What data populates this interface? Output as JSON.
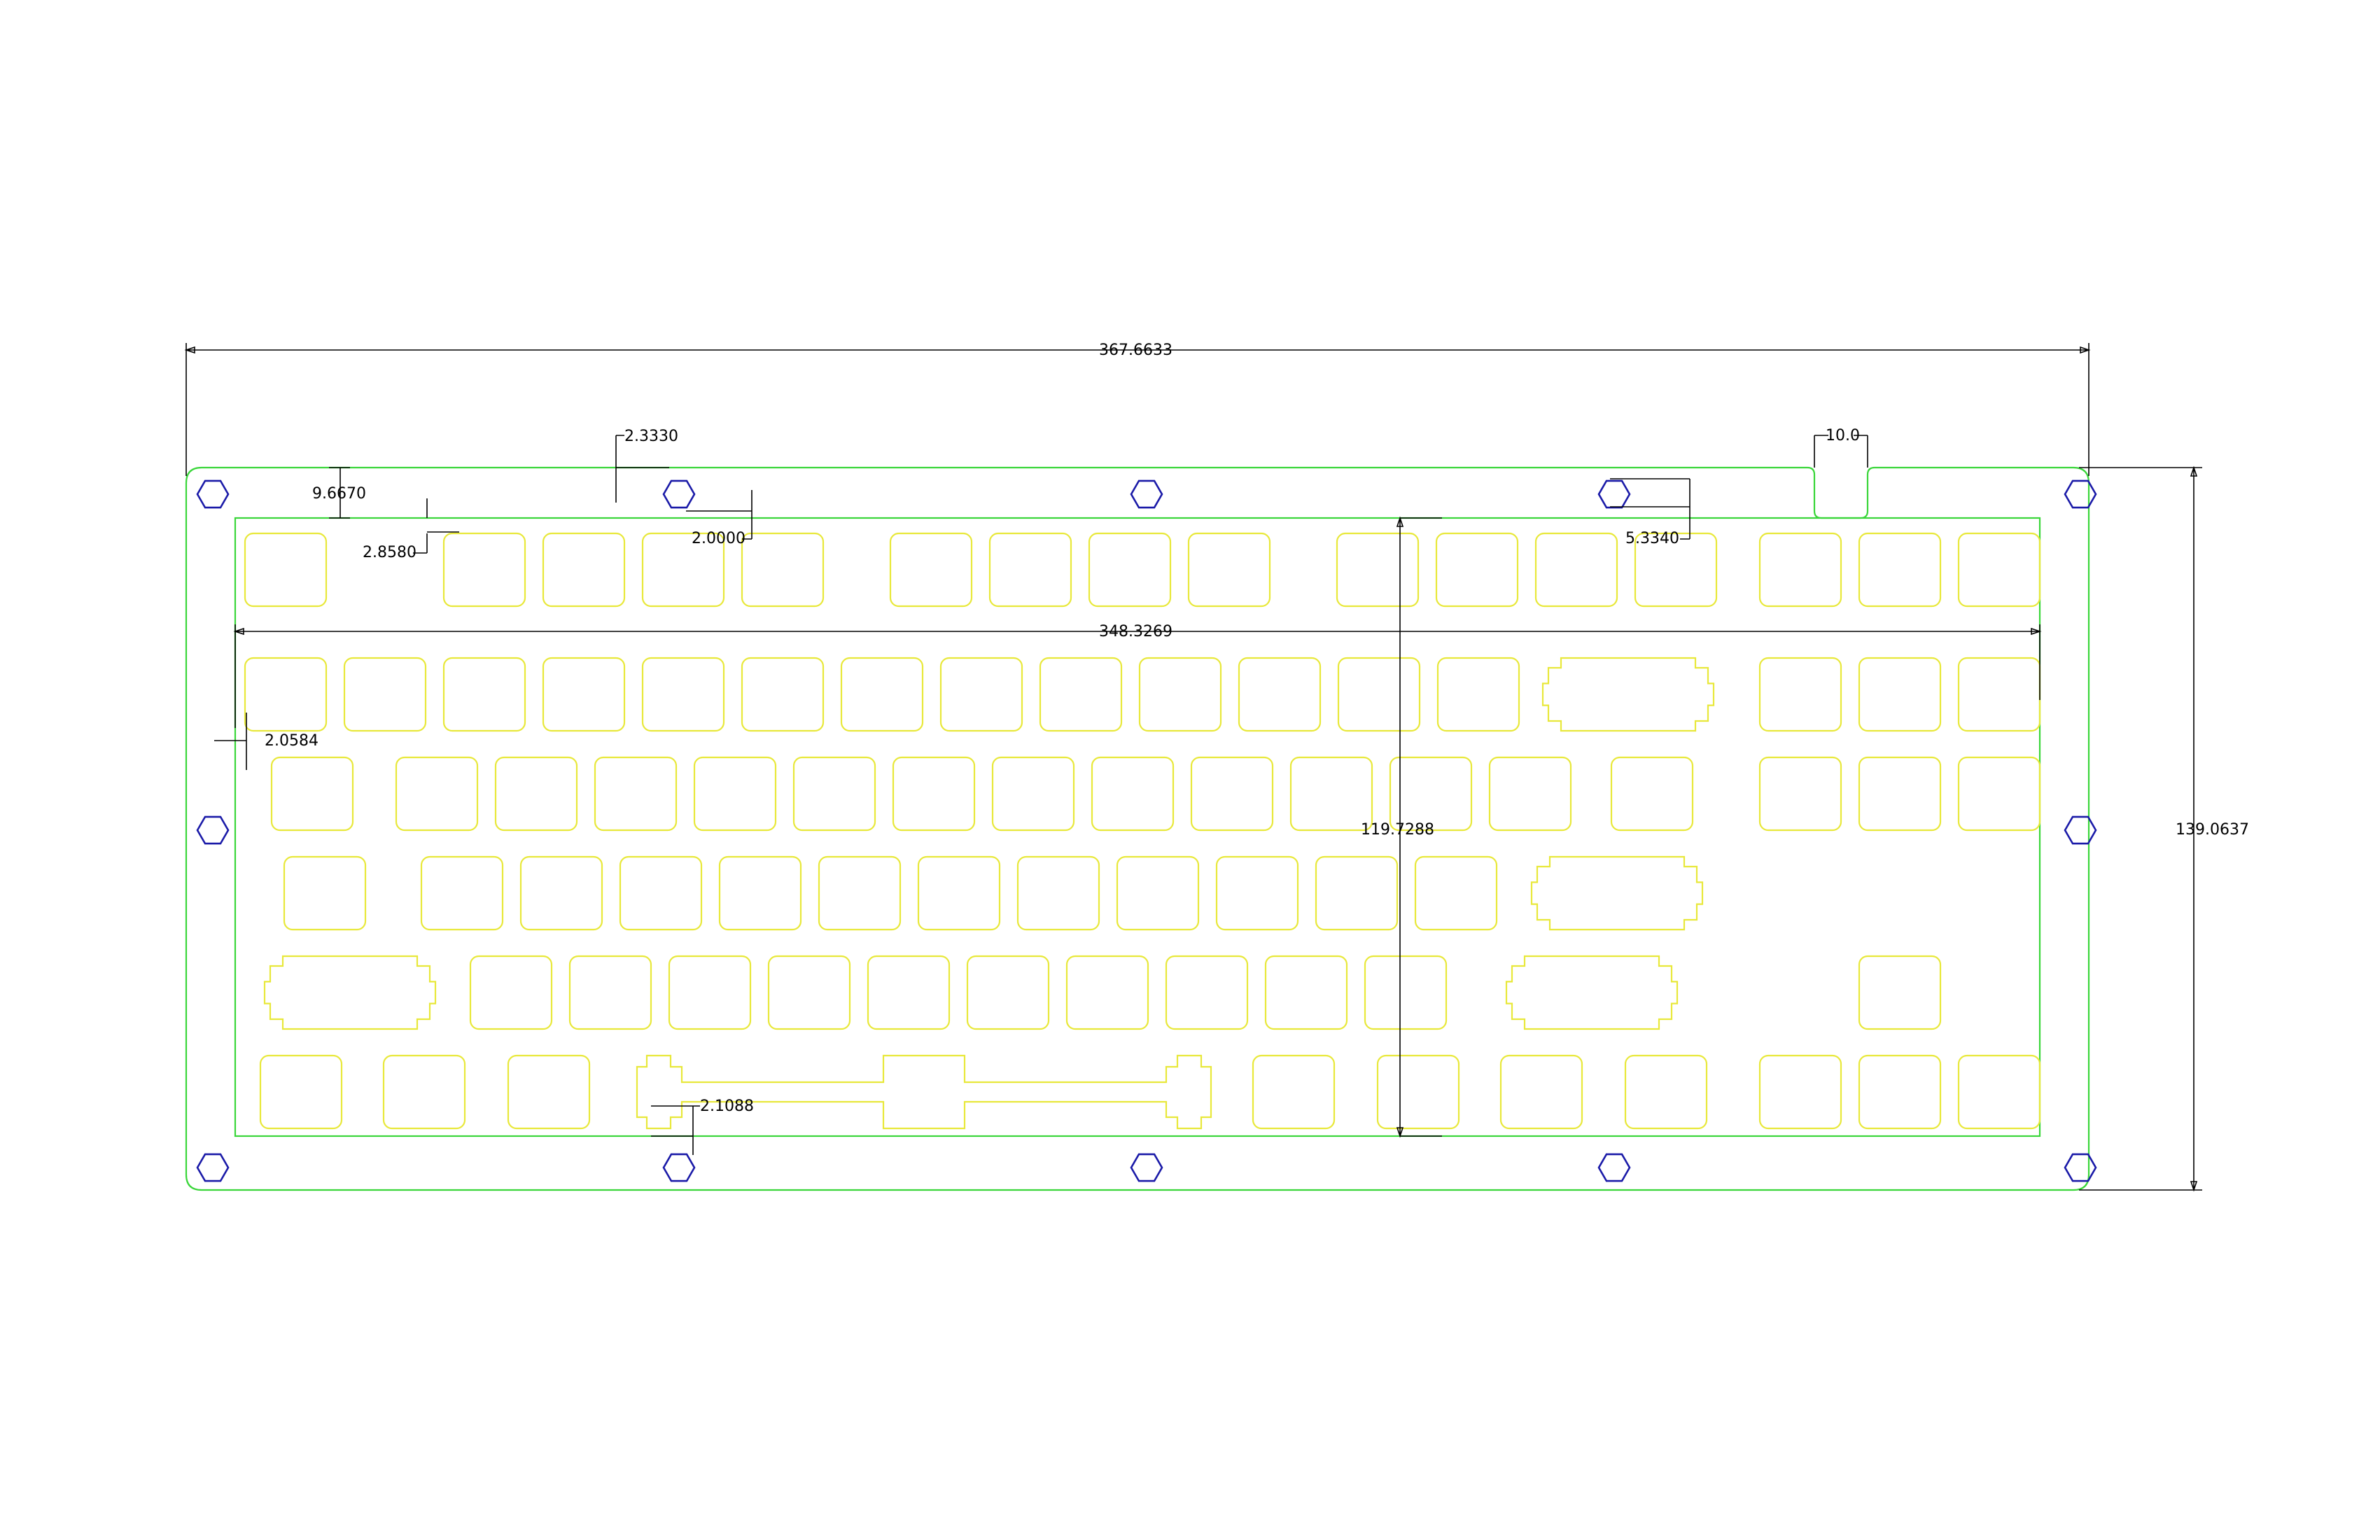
{
  "colors": {
    "background": "#ffffff",
    "plate_outline": "#39d639",
    "switch_cutouts": "#e8e83a",
    "mount_holes": "#1a1aa8",
    "dimensions": "#000000"
  },
  "dimensions": {
    "overall_width": "367.6633",
    "overall_height": "139.0637",
    "inner_width": "348.3269",
    "inner_height": "119.7288",
    "top_margin": "9.6670",
    "row_offset": "2.8580",
    "notch_depth": "2.3330",
    "key_gap": "2.0000",
    "stab_offset": "5.3340",
    "tab_width": "10.0",
    "side_margin": "2.0584",
    "bottom_offset": "2.1088"
  },
  "plate": {
    "mount_hole_count": 12,
    "key_rows": 6
  }
}
